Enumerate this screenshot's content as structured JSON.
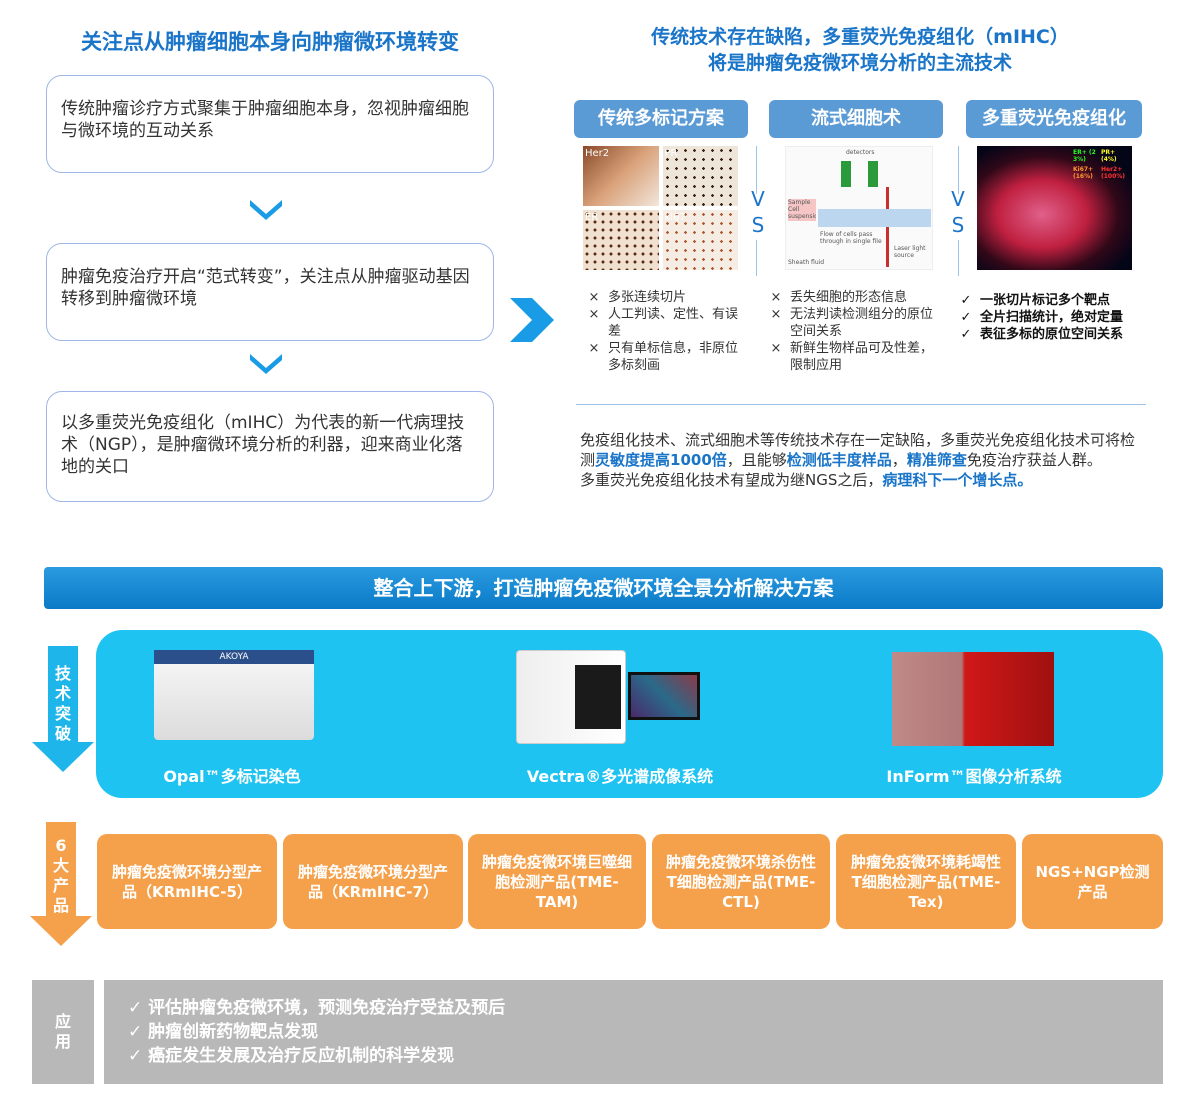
{
  "left": {
    "title": "关注点从肿瘤细胞本身向肿瘤微环境转变",
    "boxes": [
      "传统肿瘤诊疗方式聚集于肿瘤细胞本身，忽视肿瘤细胞与微环境的互动关系",
      "肿瘤免疫治疗开启“范式转变”，关注点从肿瘤驱动基因转移到肿瘤微环境",
      "以多重荧光免疫组化（mIHC）为代表的新一代病理技术（NGP），是肿瘤微环境分析的利器，迎来商业化落地的关口"
    ]
  },
  "right": {
    "title_line1": "传统技术存在缺陷，多重荧光免疫组化（mIHC）",
    "title_line2": "将是肿瘤免疫微环境分析的主流技术",
    "vs": [
      "V",
      "S"
    ],
    "columns": [
      {
        "header": "传统多标记方案",
        "image_labels": [
          "Her2",
          "PR",
          "ER",
          "ki67"
        ],
        "mark": "×",
        "items": [
          "多张连续切片",
          "人工判读、定性、有误差",
          "只有单标信息，非原位多标刻画"
        ]
      },
      {
        "header": "流式细胞术",
        "image_labels": [
          "Sample Cell suspension",
          "Flow of cells pass through in single file",
          "Sheath fluid",
          "Laser light source",
          "detectors"
        ],
        "mark": "×",
        "items": [
          "丢失细胞的形态信息",
          "无法判读检测组分的原位空间关系",
          "新鲜生物样品可及性差，限制应用"
        ]
      },
      {
        "header": "多重荧光免疫组化",
        "image_labels": [
          "ER+ (23%)",
          "PR+ (4%)",
          "Ki67+ (16%)",
          "Her2+ (100%)"
        ],
        "mark": "✓",
        "items": [
          "一张切片标记多个靶点",
          "全片扫描统计，绝对定量",
          "表征多标的原位空间关系"
        ]
      }
    ],
    "para": {
      "p1a": "免疫组化技术、流式细胞术等传统技术存在一定缺陷，多重荧光免疫组化技术可将检测",
      "h1": "灵敏度提高1000倍",
      "p1b": "，且能够",
      "h2": "检测低丰度样品",
      "p1c": "，",
      "h3": "精准筛查",
      "p1d": "免疫治疗获益人群。",
      "p2a": "多重荧光免疫组化技术有望成为继NGS之后，",
      "h4": "病理科下一个增长点。"
    }
  },
  "banner": "整合上下游，打造肿瘤免疫微环境全景分析解决方案",
  "tech": {
    "side": "技术突破",
    "products": [
      "Opal™多标记染色",
      "Vectra®多光谱成像系统",
      "InForm™图像分析系统"
    ],
    "kit_brand": "AKOYA"
  },
  "six": {
    "side": "6大产品",
    "products": [
      "肿瘤免疫微环境分型产品（KRmIHC-5）",
      "肿瘤免疫微环境分型产品（KRmIHC-7）",
      "肿瘤免疫微环境巨噬细胞检测产品(TME-TAM)",
      "肿瘤免疫微环境杀伤性T细胞检测产品(TME-CTL)",
      "肿瘤免疫微环境耗竭性T细胞检测产品(TME-Tex)",
      "NGS+NGP检测产品"
    ]
  },
  "apps": {
    "side": "应用",
    "items": [
      "评估肿瘤免疫微环境，预测免疫治疗受益及预后",
      "肿瘤创新药物靶点发现",
      "癌症发生发展及治疗反应机制的科学发现"
    ],
    "mark": "✓"
  },
  "colors": {
    "blue": "#1a75c9",
    "header": "#5b9bd5",
    "cyan": "#1ec3f2",
    "orange": "#f5a04a",
    "grey": "#b8b8b8"
  }
}
